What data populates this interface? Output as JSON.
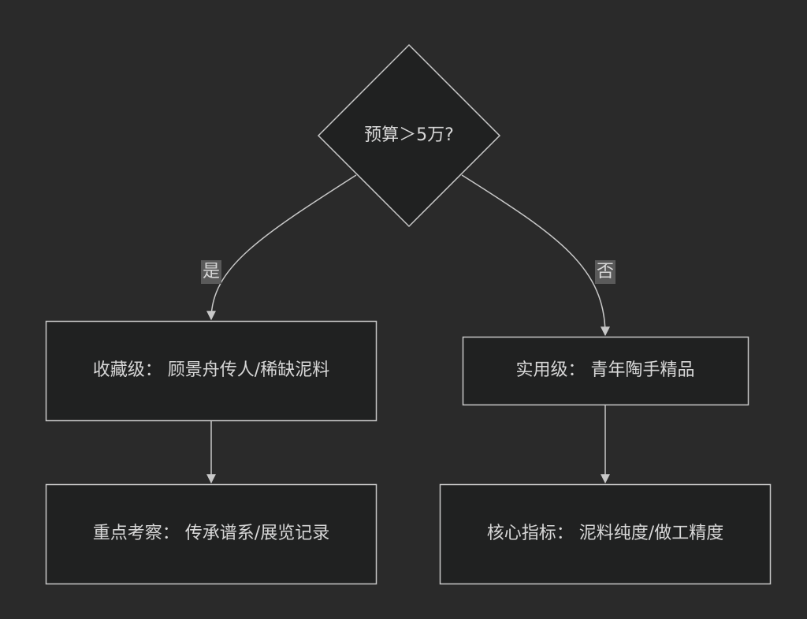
{
  "colors": {
    "background": "#2a2a2a",
    "node_fill": "#202121",
    "stroke": "#c8c8c8",
    "text": "#d8d8d8",
    "label_bg": "#5a5a5a"
  },
  "nodes": {
    "decision": "预算＞5万?",
    "collector": "收藏级： 顾景舟传人/稀缺泥料",
    "practical": "实用级： 青年陶手精品",
    "collector_focus": "重点考察： 传承谱系/展览记录",
    "practical_focus": "核心指标： 泥料纯度/做工精度"
  },
  "edges": {
    "yes_label": "是",
    "no_label": "否"
  }
}
